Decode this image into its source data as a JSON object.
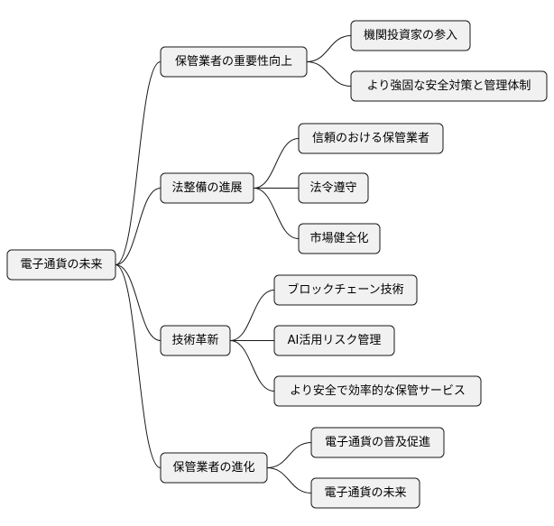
{
  "mindmap": {
    "root": "電子通貨の未来",
    "branches": [
      {
        "label": "保管業者の重要性向上",
        "children": [
          "機関投資家の参入",
          "より強固な安全対策と管理体制"
        ]
      },
      {
        "label": "法整備の進展",
        "children": [
          "信頼のおける保管業者",
          "法令遵守",
          "市場健全化"
        ]
      },
      {
        "label": "技術革新",
        "children": [
          "ブロックチェーン技術",
          "AI活用リスク管理",
          "より安全で効率的な保管サービス"
        ]
      },
      {
        "label": "保管業者の進化",
        "children": [
          "電子通貨の普及促進",
          "電子通貨の未来"
        ]
      }
    ]
  },
  "colors": {
    "node_fill": "#f1f1f1",
    "node_stroke": "#181818",
    "edge": "#181818",
    "background": "#ffffff"
  }
}
